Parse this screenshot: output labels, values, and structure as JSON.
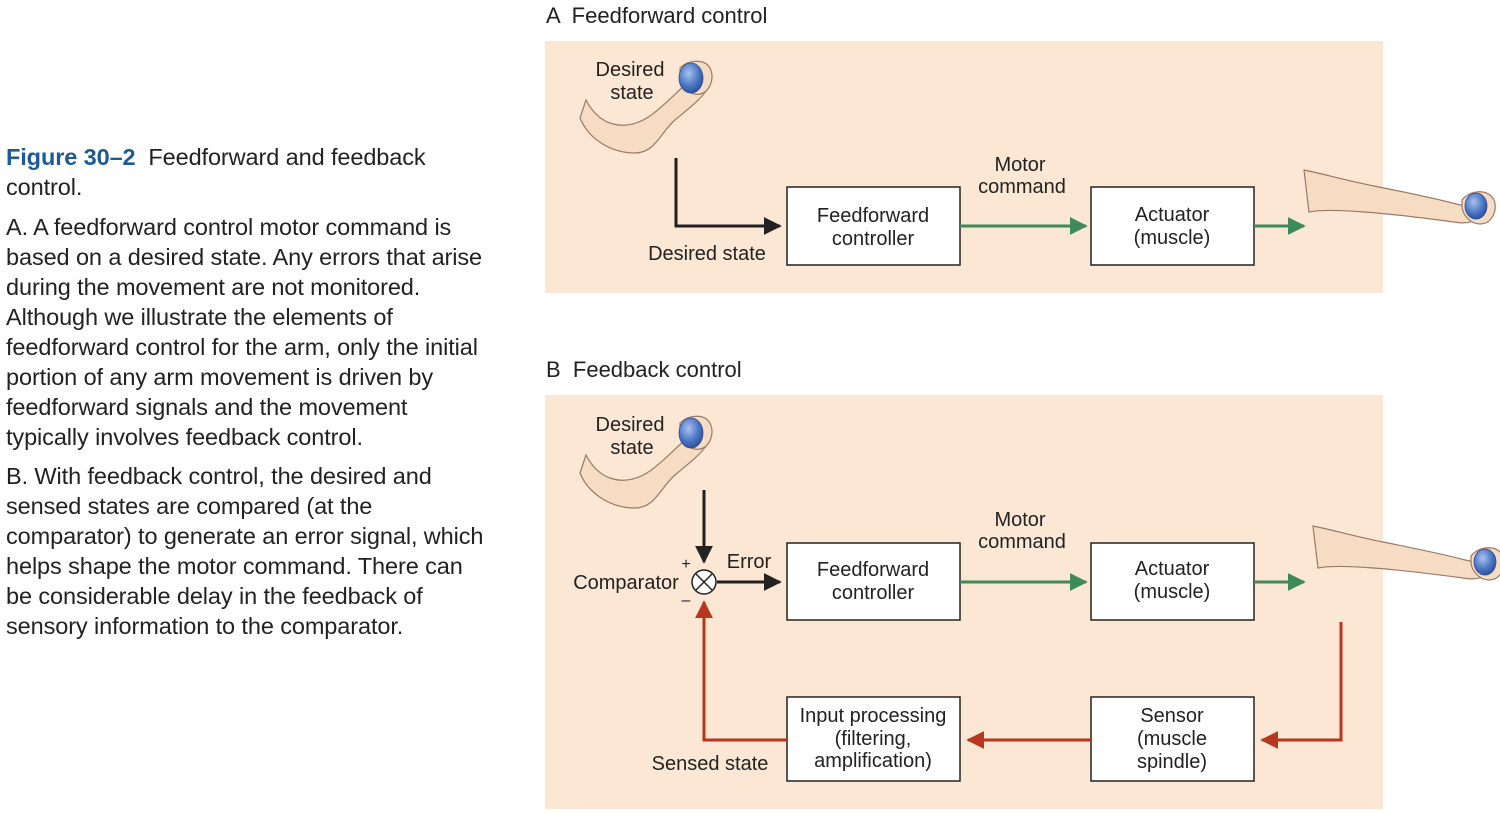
{
  "caption": {
    "figure_number": "Figure 30–2",
    "figure_title": "Feedforward and feedback control.",
    "paragraph_a": "A. A feedforward control motor command is based on a desired state. Any errors that arise during the movement are not monitored. Although we illustrate the elements of feedforward control for the arm, only the initial portion of any arm movement is driven by feedforward signals and the movement typically involves feedback control.",
    "paragraph_b": "B. With feedback control, the desired and sensed states are compared (at the comparator) to generate an error signal, which helps shape the motor command. There can be considerable delay in the feedback of sensory information to the comparator."
  },
  "panel_a": {
    "title": "A  Feedforward control",
    "desired_state_line1": "Desired",
    "desired_state_line2": "state",
    "desired_state_label": "Desired state",
    "motor_command_line1": "Motor",
    "motor_command_line2": "command",
    "controller_line1": "Feedforward",
    "controller_line2": "controller",
    "actuator_line1": "Actuator",
    "actuator_line2": "(muscle)"
  },
  "panel_b": {
    "title": "B  Feedback control",
    "desired_state_line1": "Desired",
    "desired_state_line2": "state",
    "comparator_label": "Comparator",
    "plus_sign": "+",
    "minus_sign": "–",
    "error_label": "Error",
    "motor_command_line1": "Motor",
    "motor_command_line2": "command",
    "controller_line1": "Feedforward",
    "controller_line2": "controller",
    "actuator_line1": "Actuator",
    "actuator_line2": "(muscle)",
    "sensor_line1": "Sensor",
    "sensor_line2": "(muscle",
    "sensor_line3": "spindle)",
    "processing_line1": "Input processing",
    "processing_line2": "(filtering,",
    "processing_line3": "amplification)",
    "sensed_state_label": "Sensed state"
  },
  "colors": {
    "panel_background": "#fbe7d4",
    "motor_arrow": "#3f8a5a",
    "feedback_arrow": "#b8361f",
    "figure_number": "#1f5a94",
    "ball": "#4c76c4"
  }
}
